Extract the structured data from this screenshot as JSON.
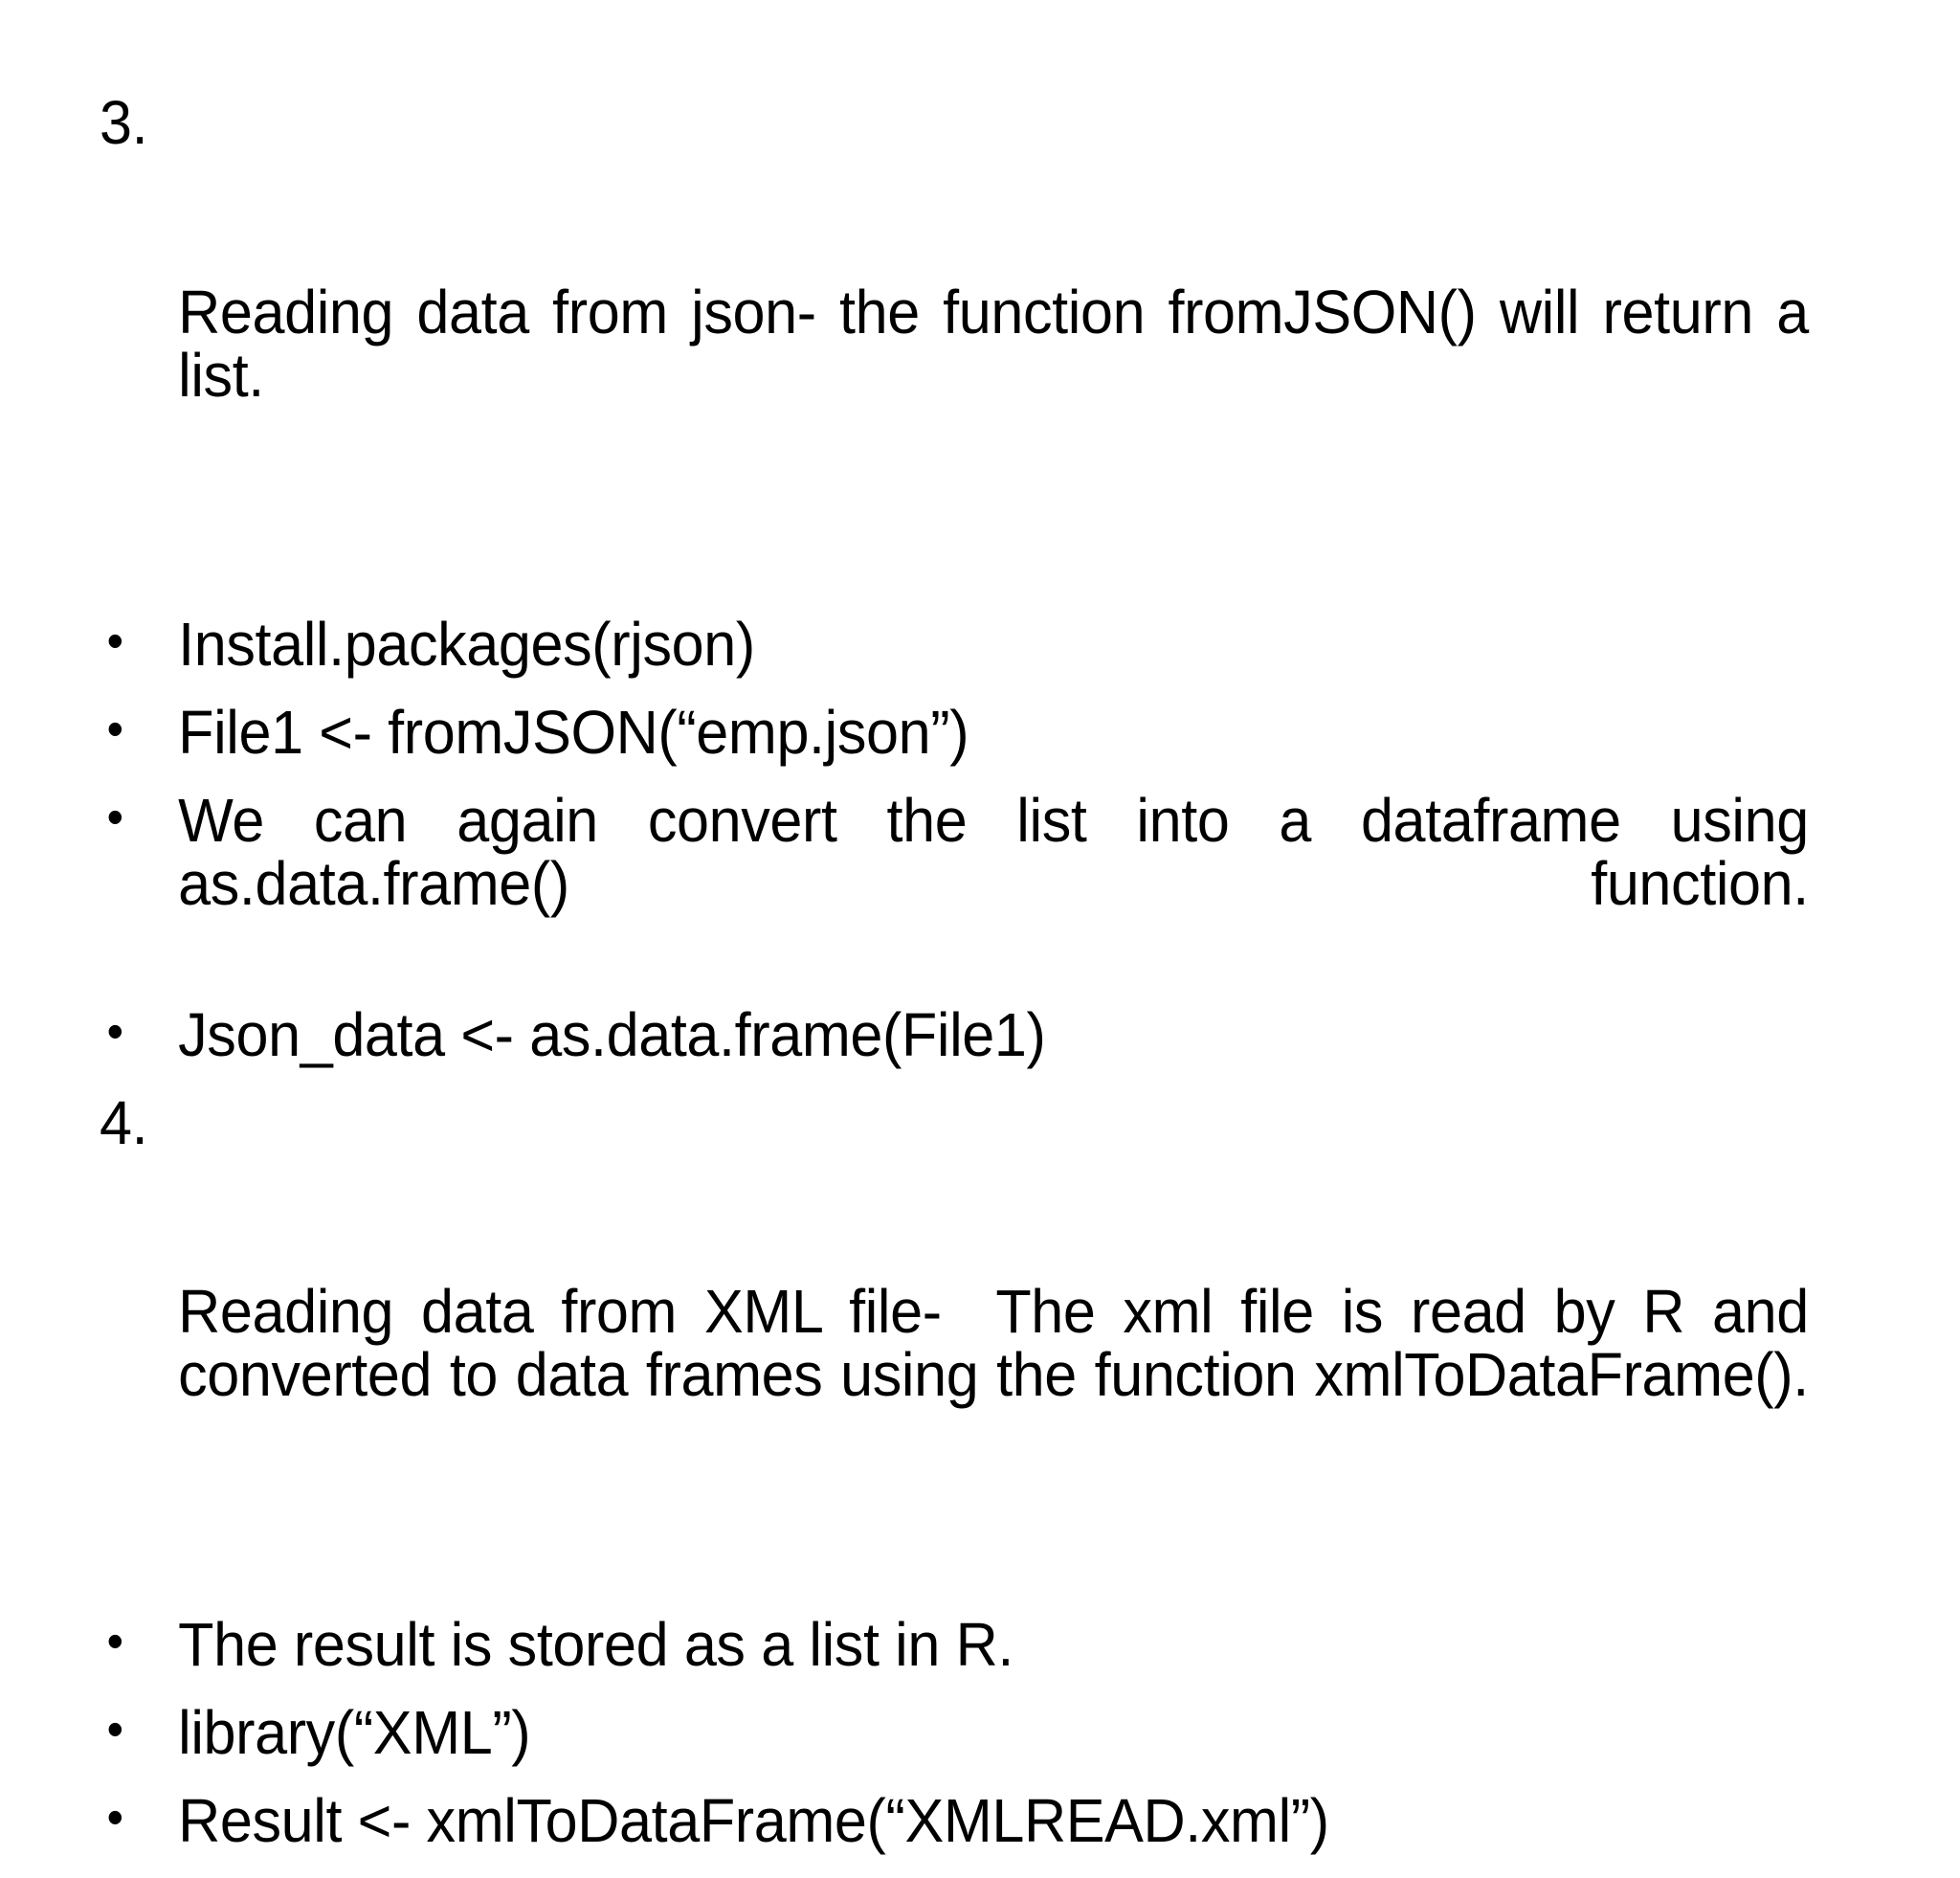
{
  "slide": {
    "background_color": "#FFFFFF",
    "text_color": "#000000",
    "bullet_glyph": "•",
    "blocks": [
      {
        "id": "item-3",
        "kind": "numbered",
        "marker": "3.",
        "text": "Reading data from json- the function fromJSON() will return a list."
      },
      {
        "id": "bullet-install-packages",
        "kind": "bullet",
        "marker": "•",
        "text": "Install.packages(rjson)"
      },
      {
        "id": "bullet-file1-fromjson",
        "kind": "bullet",
        "marker": "•",
        "text": "File1 <- fromJSON(“emp.json”)"
      },
      {
        "id": "bullet-convert-list-dataframe",
        "kind": "bullet",
        "marker": "•",
        "text": "We can again convert the list into a dataframe using as.data.frame() function."
      },
      {
        "id": "bullet-json-data-asdataframe",
        "kind": "bullet",
        "marker": "•",
        "text": "Json_data <- as.data.frame(File1)"
      },
      {
        "id": "item-4",
        "kind": "numbered",
        "marker": "4.",
        "text": "Reading data from XML file-  The xml file is read by R and converted to data frames using the function xmlToDataFrame()."
      },
      {
        "id": "bullet-result-stored-list",
        "kind": "bullet",
        "marker": "•",
        "text": "The result is stored as a list in R."
      },
      {
        "id": "bullet-library-xml",
        "kind": "bullet",
        "marker": "•",
        "text": "library(“XML”)"
      },
      {
        "id": "bullet-result-xmltodataframe",
        "kind": "bullet",
        "marker": "•",
        "text": "Result <- xmlToDataFrame(“XMLREAD.xml”)"
      }
    ]
  }
}
